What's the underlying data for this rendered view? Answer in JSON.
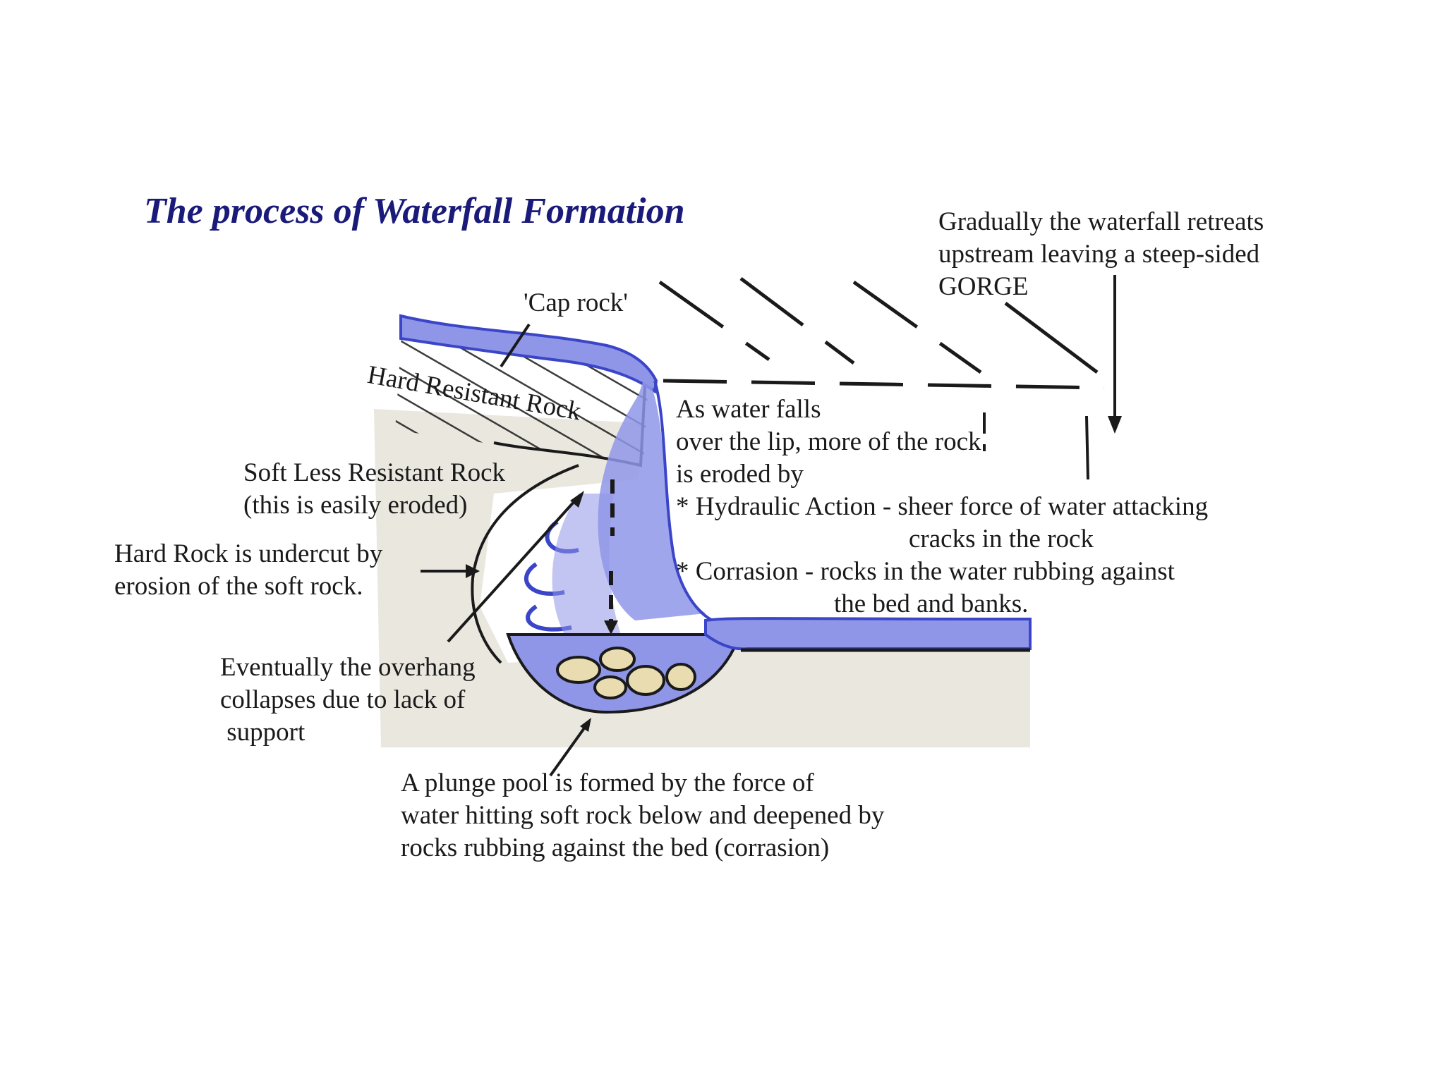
{
  "title": "The process of Waterfall Formation",
  "labels": {
    "cap_rock": "'Cap rock'",
    "hard_resistant_rock": "Hard Resistant Rock",
    "soft_rock": [
      "Soft Less Resistant Rock",
      "(this is easily eroded)"
    ],
    "undercut": [
      "Hard Rock is undercut by",
      "erosion of the soft rock."
    ],
    "overhang": [
      "Eventually the overhang",
      "collapses due to lack of",
      " support"
    ],
    "gorge": [
      "Gradually the waterfall retreats",
      "upstream leaving a steep-sided",
      "GORGE"
    ],
    "water_falls": [
      "As water falls",
      "over the lip, more of the rock",
      "is eroded by",
      "* Hydraulic Action - sheer force of water attacking",
      "cracks in the rock",
      "* Corrasion - rocks in the water rubbing against",
      "the bed and banks."
    ],
    "plunge_pool": [
      "A plunge pool is formed by the force of",
      "water hitting soft rock below and deepened by",
      "rocks rubbing against the bed (corrasion)"
    ]
  },
  "colors": {
    "water": "#8f96e8",
    "water_dark": "#3a45c8",
    "title": "#1a1a7a",
    "rock_shade": "#d9d4c4"
  }
}
